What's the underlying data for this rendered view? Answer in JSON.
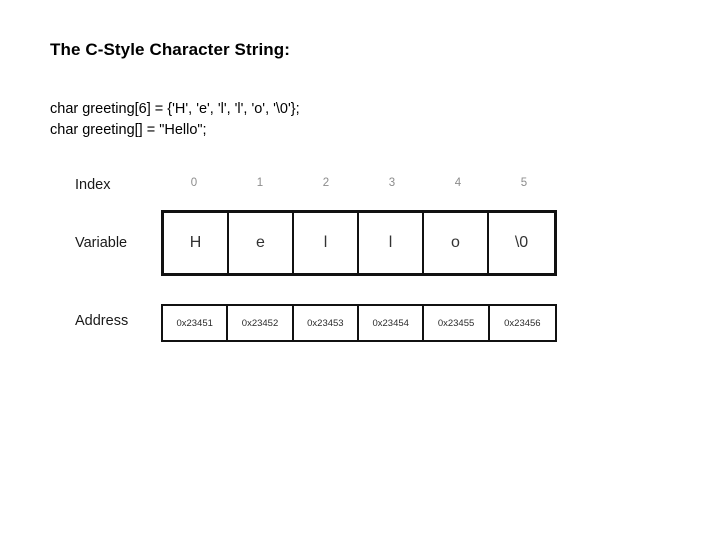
{
  "slide": {
    "title": "The C-Style Character String:",
    "code_lines": [
      "char greeting[6] = {'H', 'e', 'l', 'l', 'o', '\\0'};",
      "char greeting[] = \"Hello\";"
    ],
    "diagram": {
      "row_labels": {
        "index": "Index",
        "variable": "Variable",
        "address": "Address"
      },
      "indices": [
        "0",
        "1",
        "2",
        "3",
        "4",
        "5"
      ],
      "variables": [
        "H",
        "e",
        "l",
        "l",
        "o",
        "\\0"
      ],
      "addresses": [
        "0x23451",
        "0x23452",
        "0x23453",
        "0x23454",
        "0x23455",
        "0x23456"
      ]
    }
  },
  "colors": {
    "background": "#ffffff",
    "title_text": "#000000",
    "code_text": "#000000",
    "label_text": "#1a1a1a",
    "index_text": "#8c8c8c",
    "variable_text": "#333333",
    "address_text": "#2b2b2b",
    "box_border": "#111111"
  }
}
